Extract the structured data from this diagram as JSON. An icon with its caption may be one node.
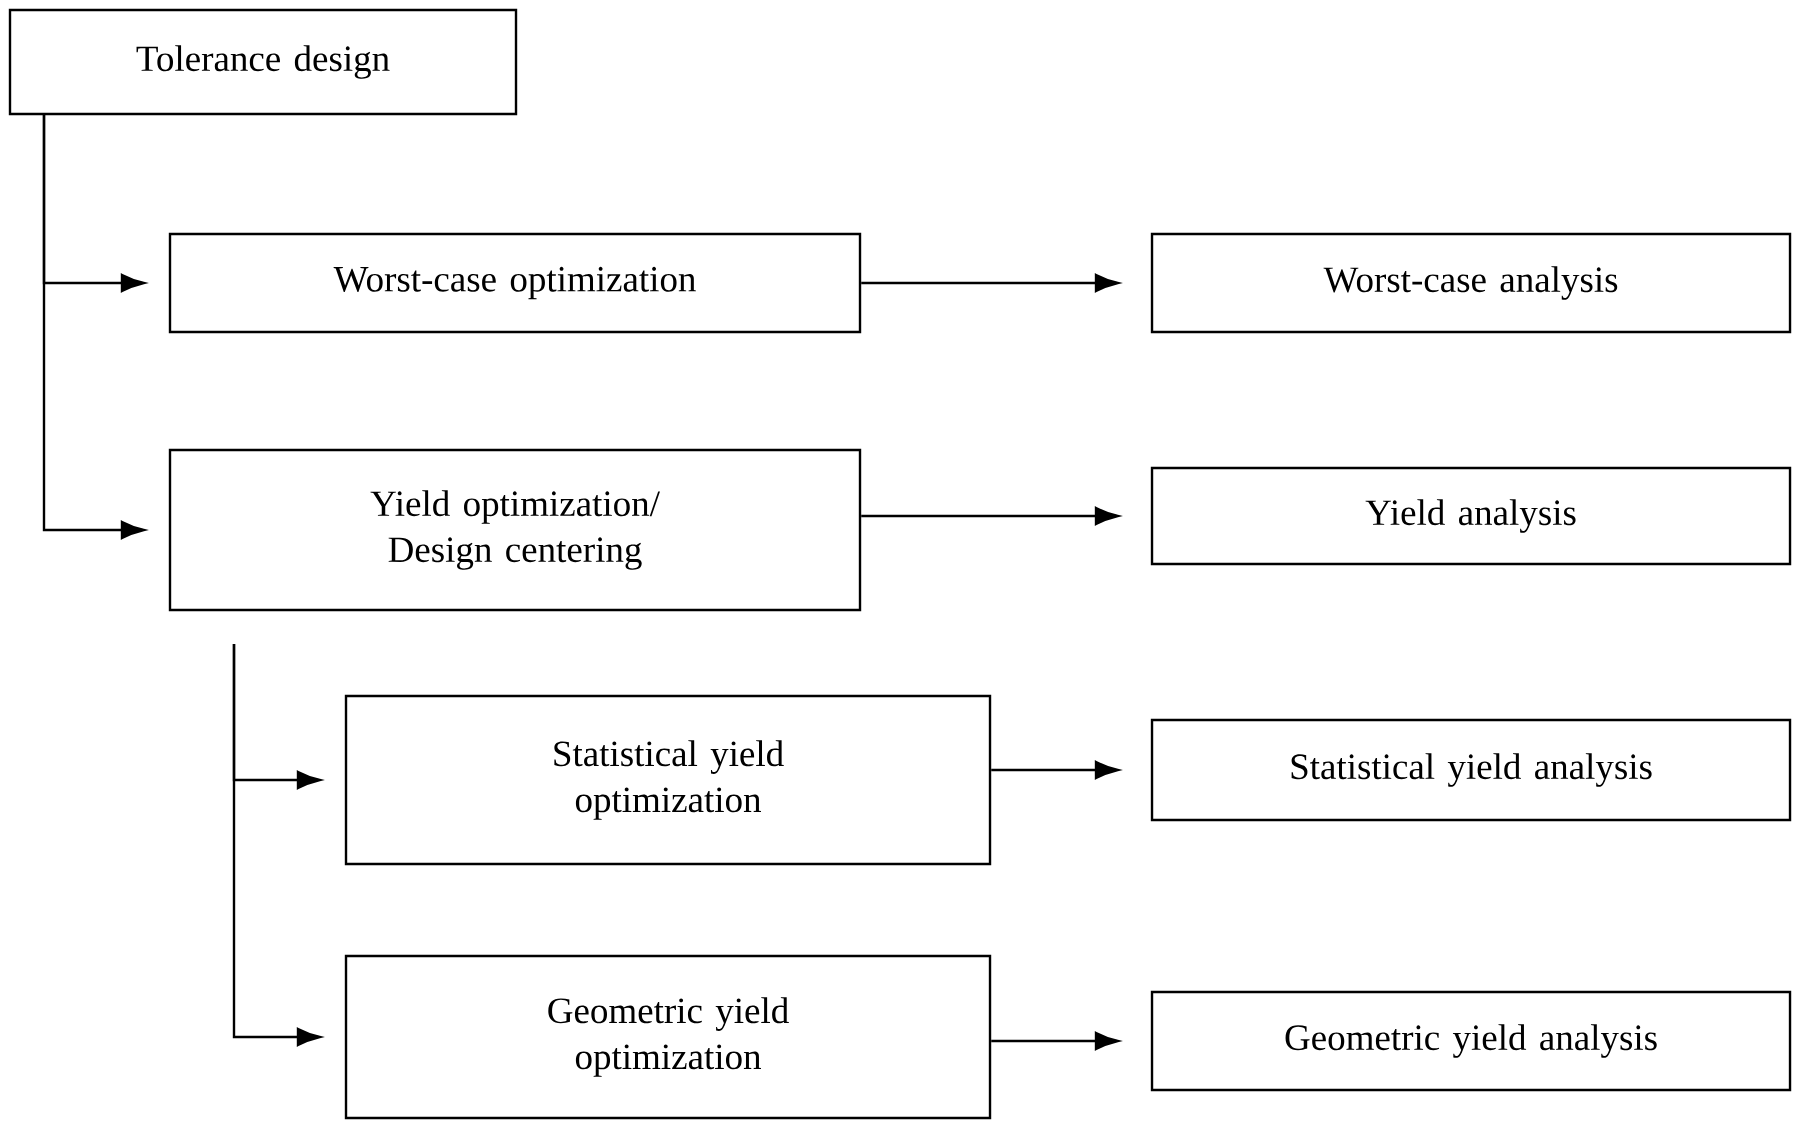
{
  "diagram": {
    "nodes": [
      {
        "text": [
          "Tolerance design"
        ]
      },
      {
        "text": [
          "Worst-case optimization"
        ]
      },
      {
        "text": [
          "Worst-case analysis"
        ]
      },
      {
        "text": [
          "Yield optimization/ Design centering"
        ]
      },
      {
        "text": [
          "Yield analysis"
        ]
      },
      {
        "text": [
          "Statistical yield optimization"
        ]
      },
      {
        "text": [
          "Statistical yield analysis"
        ]
      },
      {
        "text": [
          "Geometric yield optimization"
        ]
      },
      {
        "text": [
          "Geometric yield analysis"
        ]
      }
    ],
    "edges": [
      {
        "from": 0,
        "to": 1,
        "arrow": "to"
      },
      {
        "from": 0,
        "to": 3,
        "arrow": "to"
      },
      {
        "from": 1,
        "to": 2,
        "arrow": "to"
      },
      {
        "from": 3,
        "to": 4,
        "arrow": "to"
      },
      {
        "from": 3,
        "to": 5,
        "arrow": "to"
      },
      {
        "from": 3,
        "to": 7,
        "arrow": "to"
      },
      {
        "from": 5,
        "to": 6,
        "arrow": "to"
      },
      {
        "from": 7,
        "to": 8,
        "arrow": "to"
      }
    ]
  }
}
